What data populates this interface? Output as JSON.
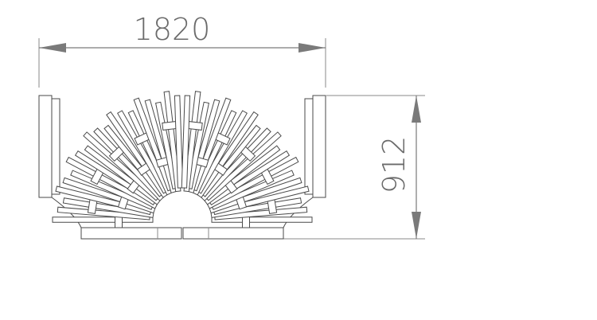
{
  "dimensions": {
    "width_label": "1820",
    "height_label": "912"
  },
  "bench": {
    "slat_count_per_side": 20
  },
  "colors": {
    "line": "#4a4a4a",
    "dimension": "#7a7a7a",
    "text": "#6b6b6b"
  }
}
